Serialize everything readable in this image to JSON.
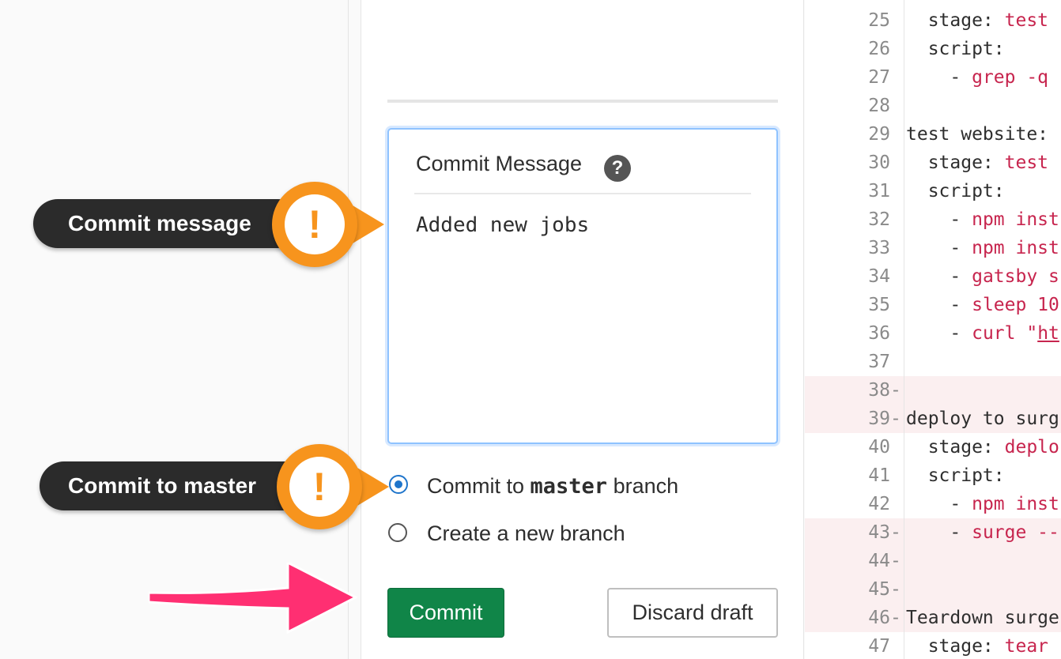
{
  "commit_panel": {
    "message_title": "Commit Message",
    "help_icon": "?",
    "message_value": "Added new jobs",
    "radio_commit_pre": "Commit to ",
    "radio_commit_branch": "master",
    "radio_commit_post": " branch",
    "radio_new_branch": "Create a new branch",
    "commit_button": "Commit",
    "discard_button": "Discard draft"
  },
  "callouts": {
    "message": "Commit message",
    "master": "Commit to master",
    "badge_glyph": "!"
  },
  "icons": [
    "help-icon",
    "exclamation-icon",
    "arrow-icon"
  ],
  "colors": {
    "commit_green": "#108548",
    "callout_orange": "#f7941d",
    "arrow_pink": "#ff2f72",
    "focus_blue": "#8fc3ff"
  },
  "editor": {
    "lines": [
      {
        "num": "25",
        "mark": "",
        "indent": "  ",
        "key": "stage: ",
        "val": "test",
        "del": false
      },
      {
        "num": "26",
        "mark": "",
        "indent": "  ",
        "key": "script:",
        "val": "",
        "del": false
      },
      {
        "num": "27",
        "mark": "",
        "indent": "    ",
        "key": "- ",
        "val": "grep -q",
        "del": false
      },
      {
        "num": "28",
        "mark": "",
        "indent": "",
        "key": "",
        "val": "",
        "del": false
      },
      {
        "num": "29",
        "mark": "",
        "indent": "",
        "key": "test website:",
        "val": "",
        "del": false
      },
      {
        "num": "30",
        "mark": "",
        "indent": "  ",
        "key": "stage: ",
        "val": "test",
        "del": false
      },
      {
        "num": "31",
        "mark": "",
        "indent": "  ",
        "key": "script:",
        "val": "",
        "del": false
      },
      {
        "num": "32",
        "mark": "",
        "indent": "    ",
        "key": "- ",
        "val": "npm inst",
        "del": false
      },
      {
        "num": "33",
        "mark": "",
        "indent": "    ",
        "key": "- ",
        "val": "npm inst",
        "del": false
      },
      {
        "num": "34",
        "mark": "",
        "indent": "    ",
        "key": "- ",
        "val": "gatsby s",
        "del": false
      },
      {
        "num": "35",
        "mark": "",
        "indent": "    ",
        "key": "- ",
        "val": "sleep 10",
        "del": false
      },
      {
        "num": "36",
        "mark": "",
        "indent": "    ",
        "key": "- ",
        "val": "curl \"",
        "url": "ht",
        "del": false
      },
      {
        "num": "37",
        "mark": "",
        "indent": "",
        "key": "",
        "val": "",
        "del": false
      },
      {
        "num": "38",
        "mark": "-",
        "indent": "",
        "key": "",
        "val": "",
        "del": true
      },
      {
        "num": "39",
        "mark": "-",
        "indent": "",
        "key": "deploy to surg",
        "val": "",
        "del": true
      },
      {
        "num": "40",
        "mark": "",
        "indent": "  ",
        "key": "stage: ",
        "val": "deplo",
        "del": false
      },
      {
        "num": "41",
        "mark": "",
        "indent": "  ",
        "key": "script:",
        "val": "",
        "del": false
      },
      {
        "num": "42",
        "mark": "",
        "indent": "    ",
        "key": "- ",
        "val": "npm inst",
        "del": false
      },
      {
        "num": "43",
        "mark": "-",
        "indent": "    ",
        "key": "- ",
        "val": "surge --",
        "del": true
      },
      {
        "num": "44",
        "mark": "-",
        "indent": "",
        "key": "",
        "val": "",
        "del": true
      },
      {
        "num": "45",
        "mark": "-",
        "indent": "",
        "key": "",
        "val": "",
        "del": true
      },
      {
        "num": "46",
        "mark": "-",
        "indent": "",
        "key": "Teardown surge",
        "val": "",
        "del": true
      },
      {
        "num": "47",
        "mark": "",
        "indent": "  ",
        "key": "stage: ",
        "val": "tear",
        "del": false
      }
    ]
  }
}
